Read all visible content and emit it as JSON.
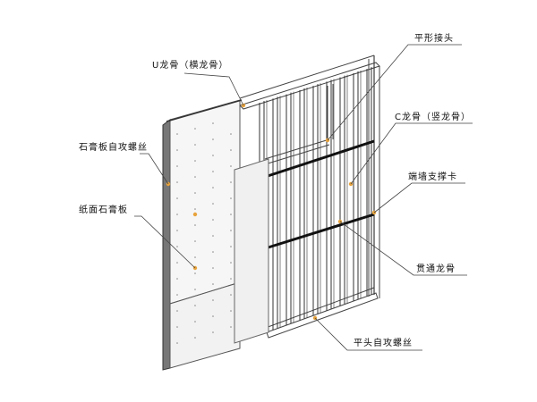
{
  "labels": {
    "u_keel": "U龙骨（横龙骨）",
    "gypsum_screw": "石膏板自攻螺丝",
    "paper_gypsum_board": "纸面石膏板",
    "flat_joint": "平形接头",
    "c_keel": "C龙骨（竖龙骨）",
    "end_wall_clip": "端墙支撑卡",
    "through_keel": "贯通龙骨",
    "flat_head_screw": "平头自攻螺丝"
  },
  "colors": {
    "line": "#333333",
    "board_fill": "#f4f4f4",
    "board_edge": "#555555",
    "marker": "#e8a33c",
    "through_keel": "#111111"
  }
}
